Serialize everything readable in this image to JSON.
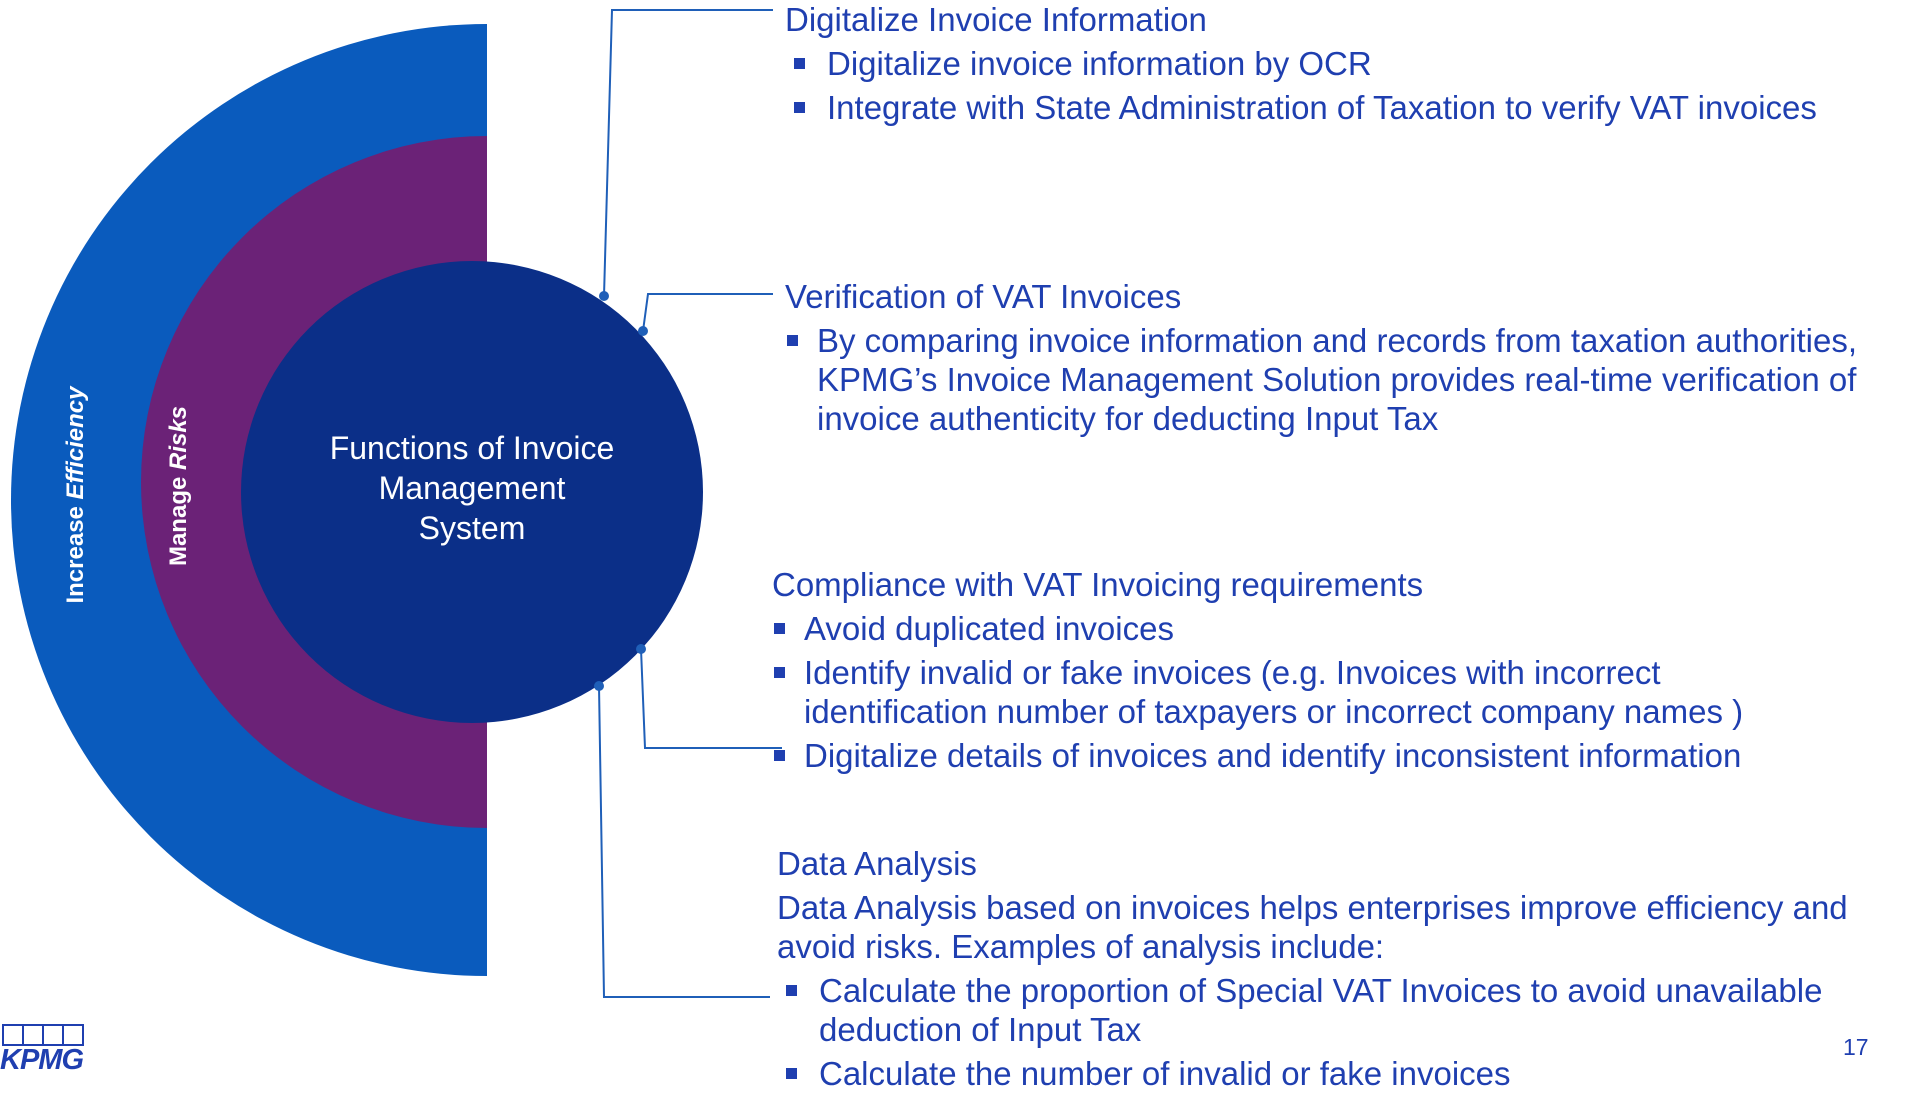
{
  "colors": {
    "outer_ring": "#0a5bbd",
    "middle_ring": "#6b2277",
    "center_circle": "#0b2f88",
    "text": "#1f3fb0",
    "connector": "#1f5fb8"
  },
  "rings": {
    "outer_label_plain": "Increase ",
    "outer_label_italic": "Efficiency",
    "middle_label_plain": "Manage ",
    "middle_label_italic": "Risks"
  },
  "center": {
    "line1": "Functions of Invoice",
    "line2": "Management",
    "line3": "System"
  },
  "sections": [
    {
      "title": "Digitalize Invoice Information",
      "bullets": [
        "Digitalize invoice information by OCR",
        "Integrate with State Administration of Taxation to verify VAT invoices"
      ]
    },
    {
      "title": "Verification of VAT Invoices",
      "bullets": [
        "By comparing invoice information and records from taxation authorities, KPMG’s Invoice Management Solution provides real-time verification of invoice authenticity for deducting Input Tax"
      ]
    },
    {
      "title": "Compliance with VAT Invoicing requirements",
      "bullets": [
        "Avoid duplicated invoices",
        "Identify invalid or fake invoices (e.g. Invoices with incorrect identification number of taxpayers or incorrect company names )",
        "Digitalize details of invoices and identify inconsistent information"
      ]
    },
    {
      "title": "Data Analysis",
      "paragraph": "Data Analysis based on invoices helps enterprises improve efficiency and avoid risks. Examples of analysis include:",
      "bullets": [
        "Calculate the proportion of Special VAT Invoices to avoid unavailable deduction of Input Tax",
        "Calculate the number of invalid or fake invoices"
      ]
    }
  ],
  "footer": {
    "logo_text": "KPMG",
    "page_number": "17"
  }
}
